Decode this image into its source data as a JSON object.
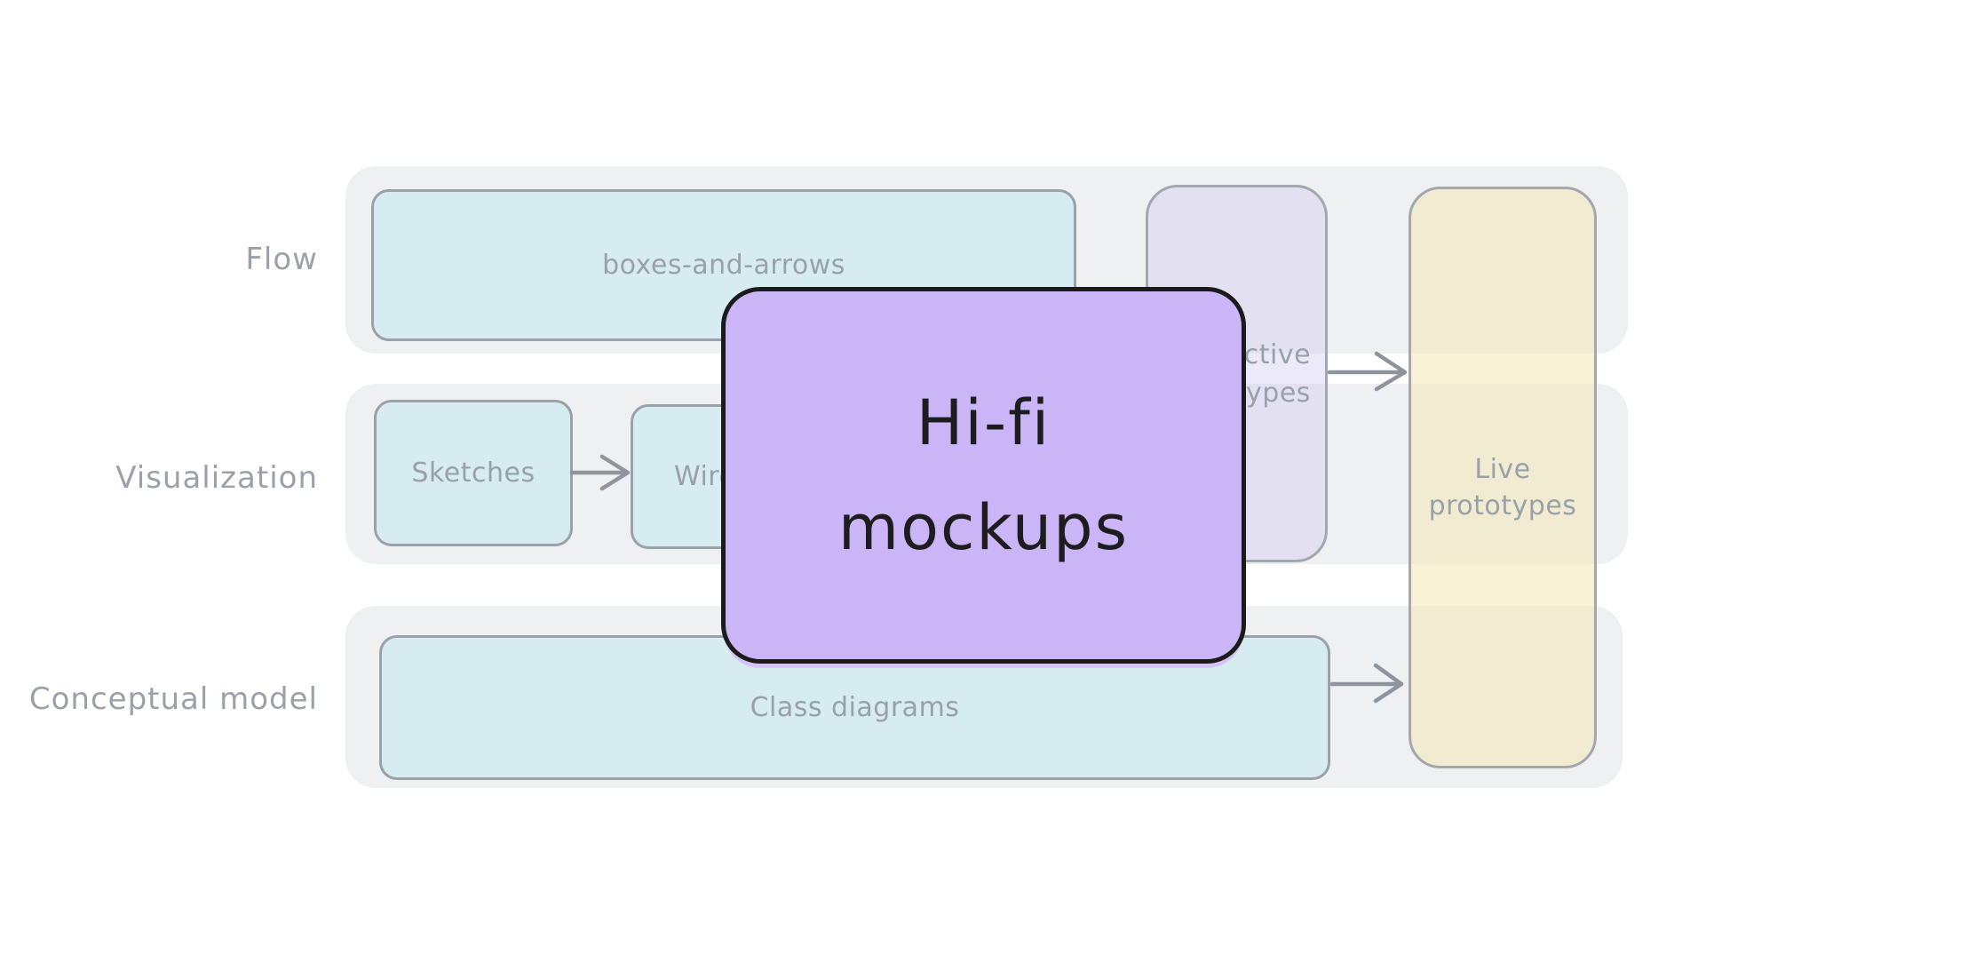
{
  "diagram": {
    "row_labels": [
      {
        "label": "Flow"
      },
      {
        "label": "Visualization"
      },
      {
        "label": "Conceptual model"
      }
    ],
    "nodes": {
      "boxes_and_arrows": {
        "label": "boxes-and-arrows"
      },
      "sketches": {
        "label": "Sketches"
      },
      "wireframes": {
        "label": "Wireframes"
      },
      "class_diagrams": {
        "label": "Class diagrams"
      },
      "interactive_prototypes": {
        "line1": "Interactive",
        "line2": "prototypes"
      },
      "live_prototypes": {
        "line1": "Live",
        "line2": "prototypes"
      },
      "hifi_mockups": {
        "line1": "Hi-fi",
        "line2": "mockups"
      }
    },
    "colors": {
      "background": "#ffffff",
      "row_panel": "#eef0f2",
      "teal_fill": "#d6ecf0",
      "lavender_fill": "rgba(208,199,240,0.4)",
      "yellow_fill": "rgba(242,230,175,0.5)",
      "purple_fill": "#cab5f7",
      "gray_border": "#9aa1a8",
      "purple_border": "#1b1b1b",
      "gray_text": "#99a1a8",
      "dark_text": "#1d1d20",
      "arrow": "#8e949b"
    }
  }
}
